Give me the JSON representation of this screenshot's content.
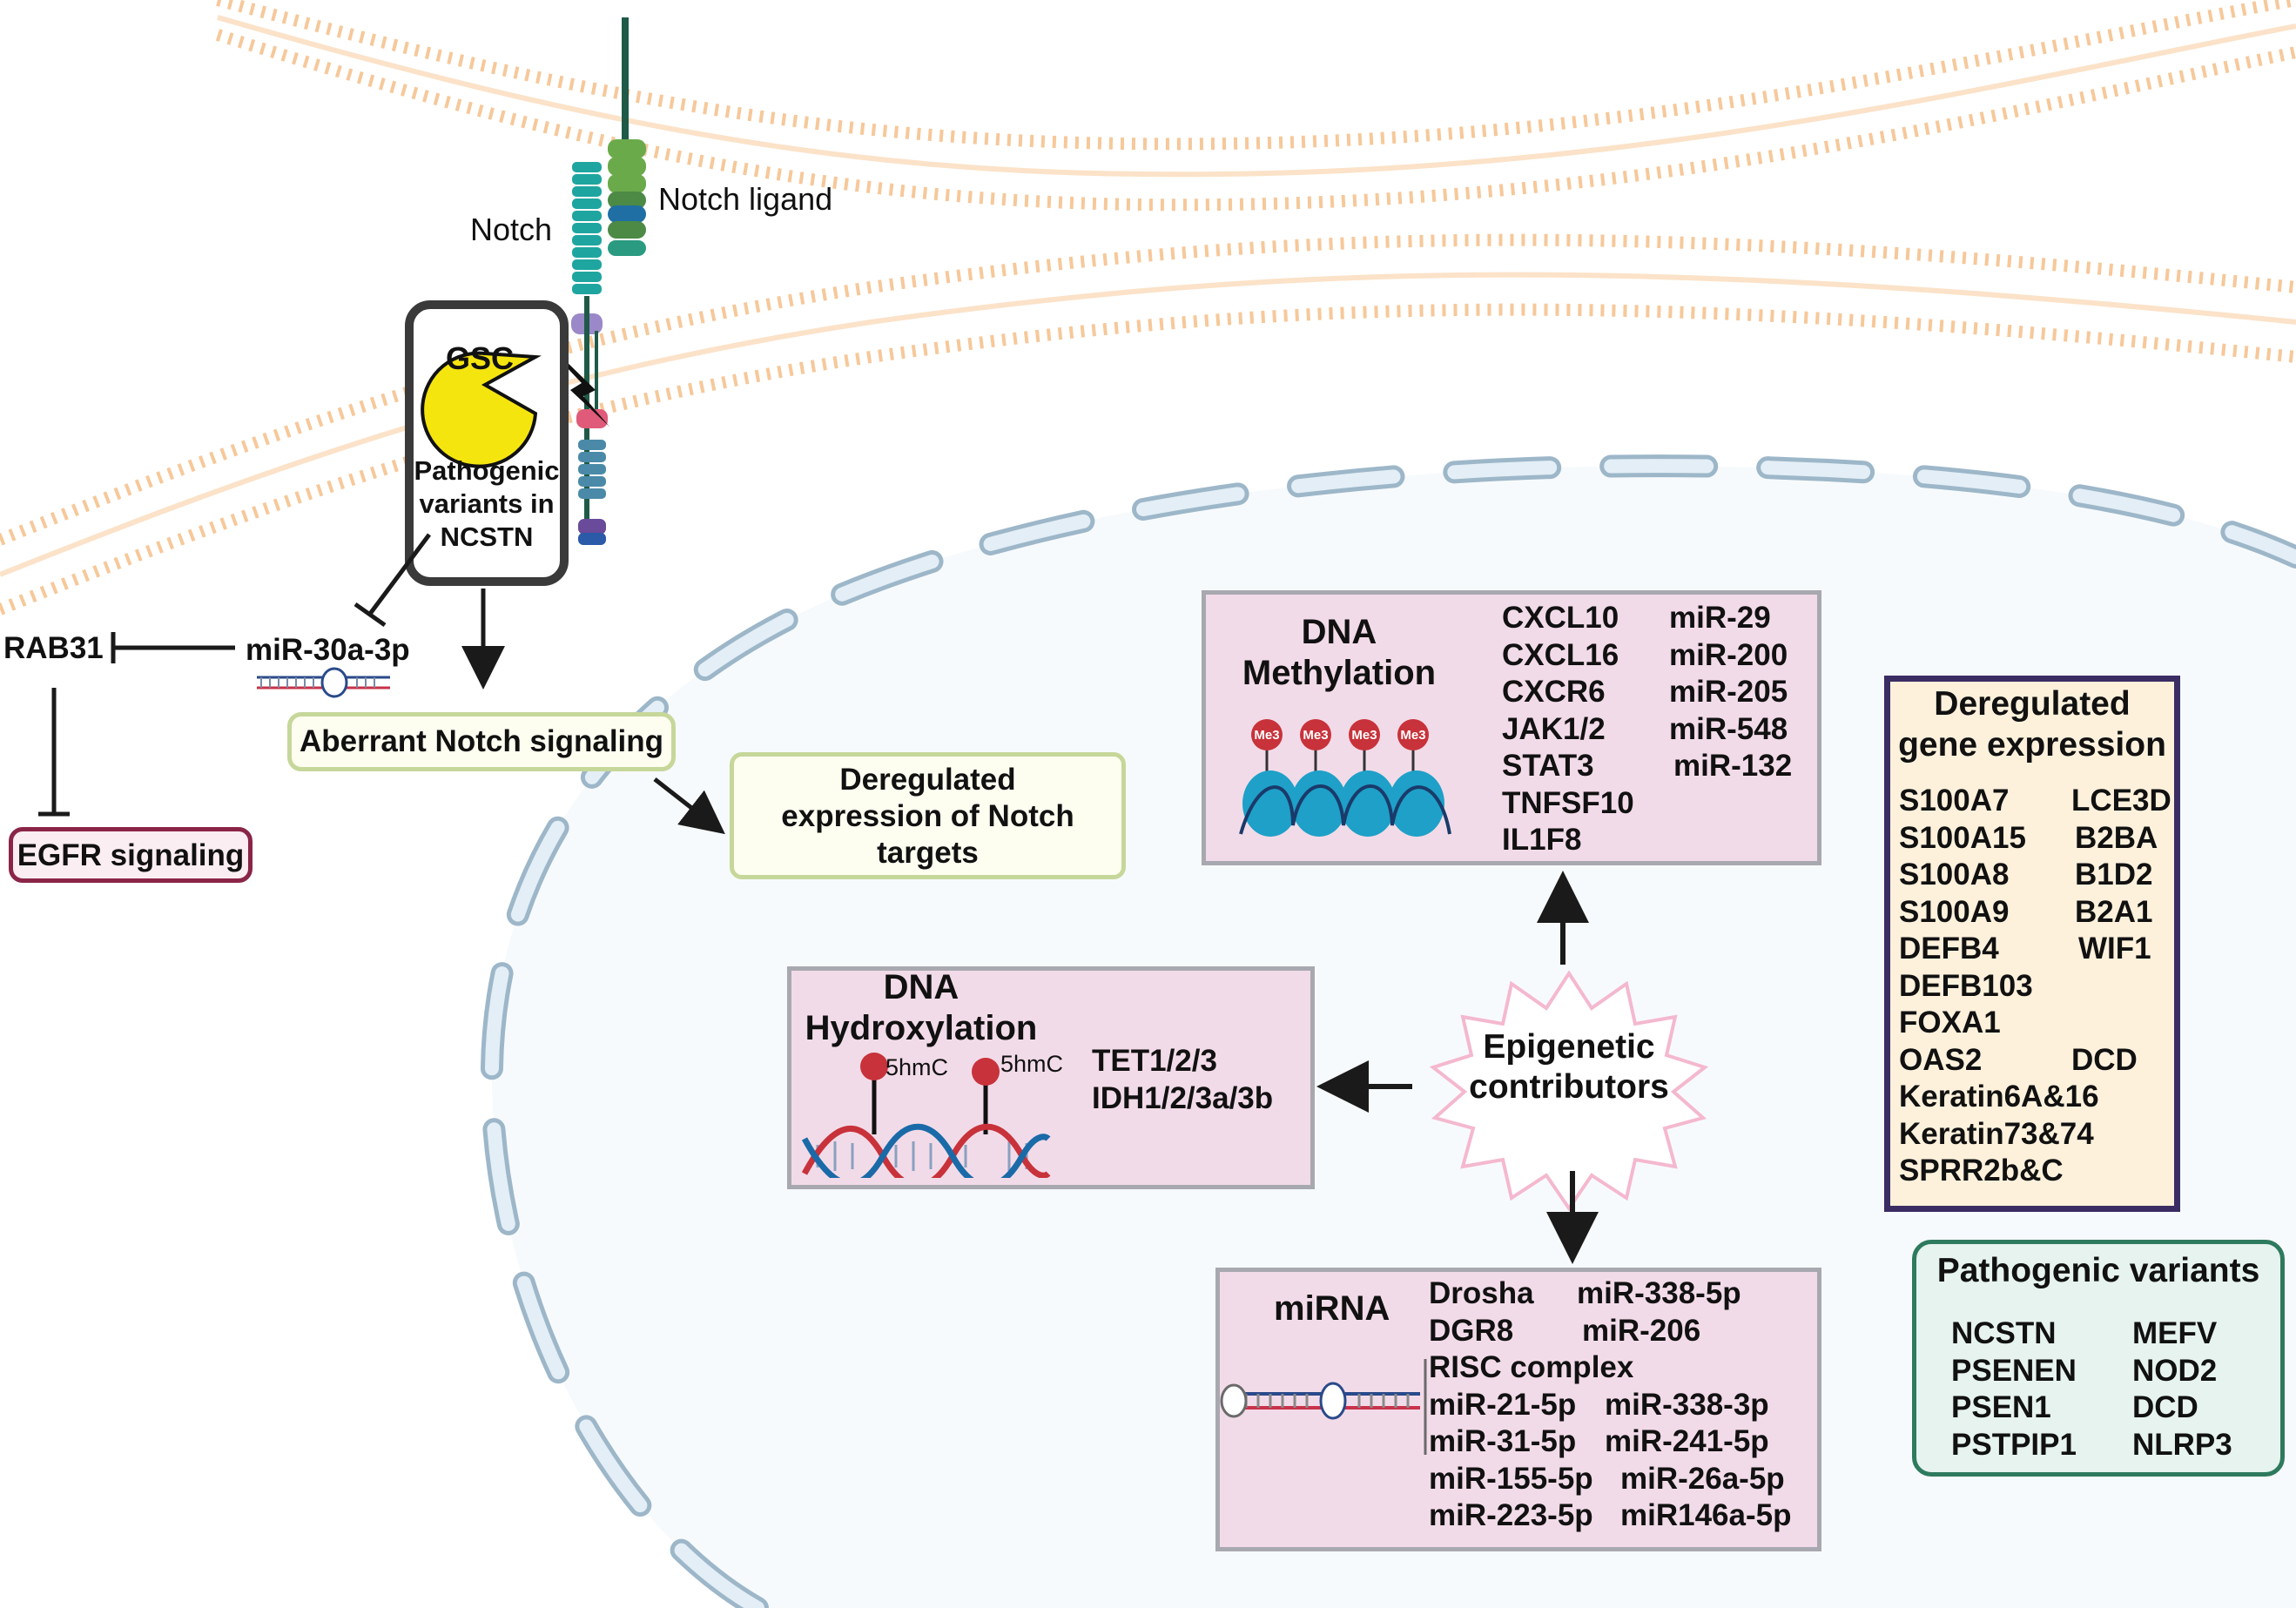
{
  "membrane": {
    "notch_label": "Notch",
    "ligand_label": "Notch ligand",
    "gsc_label": "GSC",
    "pathogenic_box_label": [
      "Pathogenic",
      "variants in",
      "NCSTN"
    ]
  },
  "pathway": {
    "rab31": "RAB31",
    "mir30a": "miR-30a-3p",
    "aberrant_notch": "Aberrant Notch signaling",
    "egfr": "EGFR signaling",
    "deregulated_notch_targets": [
      "Deregulated",
      "expression of Notch",
      "targets"
    ]
  },
  "epigenetic": {
    "center_label": [
      "Epigenetic",
      "contributors"
    ],
    "dna_methylation": {
      "title": [
        "DNA",
        "Methylation"
      ],
      "marker": "Me3",
      "genes": [
        "CXCL10",
        "CXCL16",
        "CXCR6",
        "JAK1/2",
        "STAT3",
        "TNFSF10",
        "IL1F8"
      ],
      "mirnas": [
        "miR-29",
        "miR-200",
        "miR-205",
        "miR-548",
        "miR-132"
      ]
    },
    "dna_hydroxylation": {
      "title": [
        "DNA",
        "Hydroxylation"
      ],
      "marker": "5hmC",
      "genes": [
        "TET1/2/3",
        "IDH1/2/3a/3b"
      ]
    },
    "mirna": {
      "title": "miRNA",
      "rows": [
        [
          "Drosha",
          "miR-338-5p"
        ],
        [
          "DGR8",
          "miR-206"
        ],
        [
          "RISC complex",
          ""
        ],
        [
          "miR-21-5p",
          "miR-338-3p"
        ],
        [
          "miR-31-5p",
          "miR-241-5p"
        ],
        [
          "miR-155-5p",
          "miR-26a-5p"
        ],
        [
          "miR-223-5p",
          "miR146a-5p"
        ]
      ]
    }
  },
  "deregulated_gene_expression": {
    "title": [
      "Deregulated",
      "gene expression"
    ],
    "left": [
      "S100A7",
      "S100A15",
      "S100A8",
      "S100A9",
      "DEFB4",
      "DEFB103",
      "FOXA1",
      "OAS2",
      "Keratin6A&16",
      "Keratin73&74",
      "SPRR2b&C"
    ],
    "right": [
      "LCE3D",
      "B2BA",
      "B1D2",
      "B2A1",
      "WIF1",
      "",
      "",
      "DCD",
      "",
      "",
      ""
    ]
  },
  "pathogenic_variants": {
    "title": "Pathogenic variants",
    "left": [
      "NCSTN",
      "PSENEN",
      "PSEN1",
      "PSTPIP1"
    ],
    "right": [
      "MEFV",
      "NOD2",
      "DCD",
      "NLRP3"
    ]
  },
  "colors": {
    "membrane": "#f6c89a",
    "nucleus_border": "#c9dce8",
    "nucleus_fill": "#f7fafc",
    "pink_box": "#f2dbe8",
    "gsc_yellow": "#f5e50f",
    "notch_teal": "#1fa5a0",
    "ligand_green": "#4aa44a",
    "variants_green": "#2e7a5e",
    "gene_box_border": "#3b2c64",
    "egfr_border": "#8a2547",
    "notch_box_border": "#c6d79a"
  }
}
